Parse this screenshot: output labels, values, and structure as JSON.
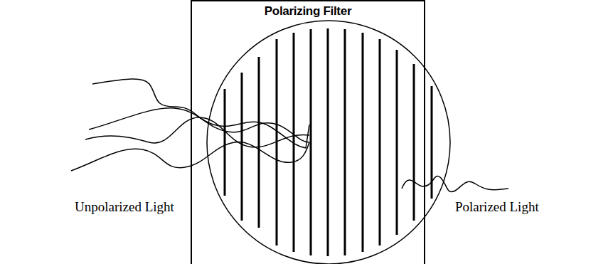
{
  "diagram": {
    "nodes": [
      {
        "text": [
          "Polarizing Filter"
        ]
      }
    ],
    "labels": [
      "Unpolarized Light",
      "Polarized Light"
    ]
  }
}
